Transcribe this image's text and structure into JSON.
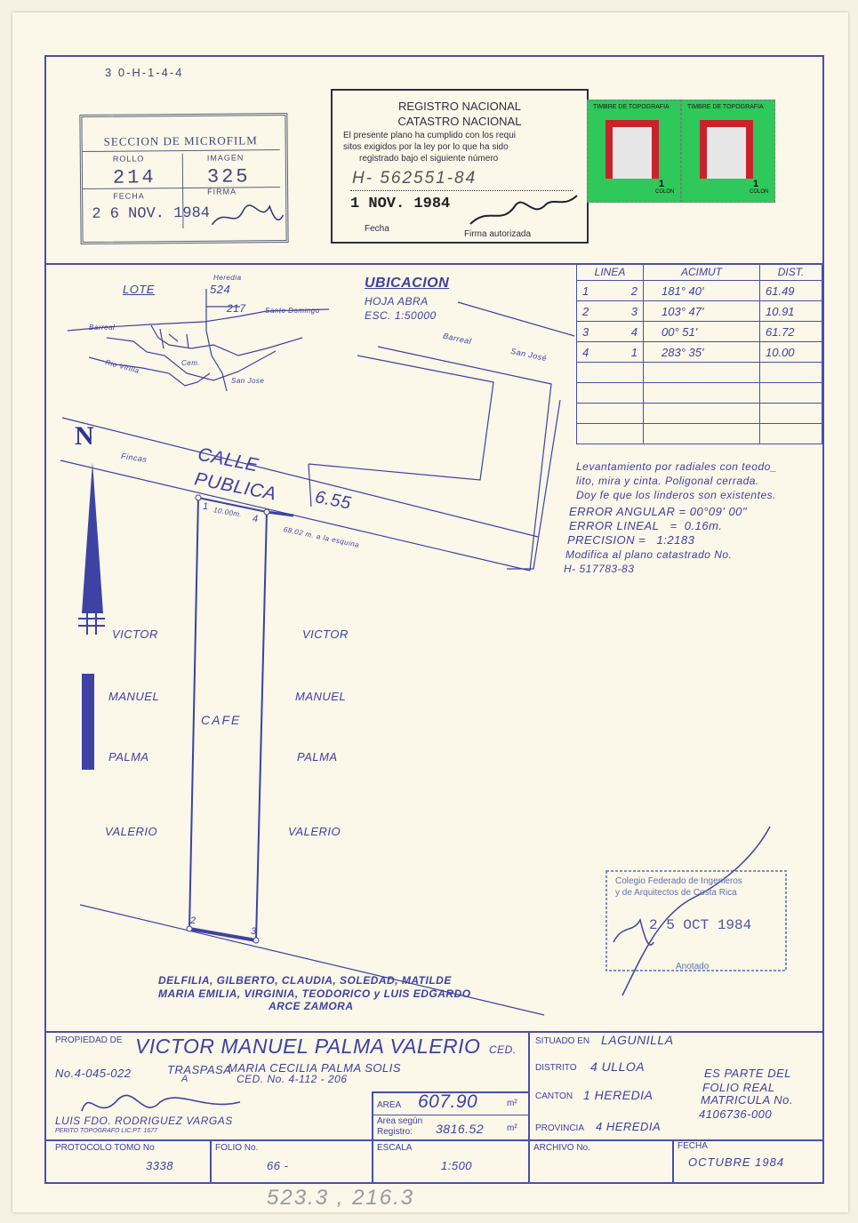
{
  "header_code": "3 0-H-1-4-4",
  "microfilm": {
    "title": "SECCION DE MICROFILM",
    "rollo_label": "ROLLO",
    "rollo": "214",
    "imagen_label": "IMAGEN",
    "imagen": "325",
    "fecha_label": "FECHA",
    "firma_label": "FIRMA",
    "fecha": "2 6 NOV. 1984"
  },
  "registro": {
    "line1": "REGISTRO NACIONAL",
    "line2": "CATASTRO NACIONAL",
    "text1": "El presente plano ha cumplido con los requi",
    "text2": "sitos exigidos por la ley por lo que ha sido",
    "text3": "registrado bajo el siguiente número",
    "number": "H- 562551-84",
    "date": "1 NOV. 1984",
    "fecha_label": "Fecha",
    "firma_label": "Firma autorizada"
  },
  "timbre": {
    "title": "TIMBRE DE TOPOGRAFIA",
    "value": "1",
    "unit": "COLON"
  },
  "ubicacion": {
    "title": "UBICACION",
    "hoja": "HOJA ABRA",
    "esc": "ESC. 1:50000",
    "lote_label": "LOTE",
    "heredia_label": "Heredia",
    "lote_num": "524",
    "lote_sub": "217",
    "santo_domingo": "Santo Domingo",
    "barreal": "Barreal",
    "rio": "Rio Virilla",
    "cem": "Cem.",
    "san_jose": "San Jose"
  },
  "map_labels": {
    "barreal": "Barreal",
    "san_jose": "San José",
    "fincas": "Fincas"
  },
  "table": {
    "headers": [
      "LINEA",
      "ACIMUT",
      "DIST."
    ],
    "rows": [
      {
        "a": "1",
        "b": "2",
        "acimut": "181° 40'",
        "dist": "61.49"
      },
      {
        "a": "2",
        "b": "3",
        "acimut": "103° 47'",
        "dist": "10.91"
      },
      {
        "a": "3",
        "b": "4",
        "acimut": "00° 51'",
        "dist": "61.72"
      },
      {
        "a": "4",
        "b": "1",
        "acimut": "283° 35'",
        "dist": "10.00"
      }
    ]
  },
  "notes": [
    "Levantamiento por radiales con teodo_",
    "lito, mira y cinta. Poligonal cerrada.",
    "Doy fe que los linderos son existentes.",
    "ERROR ANGULAR = 00°09' 00\"",
    "ERROR LINEAL   =  0.16m.",
    "PRECISION =   1:2183",
    "Modifica al plano catastrado No.",
    "H- 517783-83"
  ],
  "plan": {
    "north": "N",
    "calle1": "CALLE",
    "calle2": "PUBLICA",
    "width": "6.55",
    "front": "10.00m.",
    "esquina": "68.02 m. a la esquina",
    "cafe": "CAFE",
    "p1": "1",
    "p2": "2",
    "p3": "3",
    "p4": "4",
    "left_owner": [
      "VICTOR",
      "MANUEL",
      "PALMA",
      "VALERIO"
    ],
    "right_owner": [
      "VICTOR",
      "MANUEL",
      "PALMA",
      "VALERIO"
    ],
    "bottom1": "DELFILIA, GILBERTO, CLAUDIA, SOLEDAD, MATILDE",
    "bottom2": "MARIA EMILIA, VIRGINIA, TEODORICO y LUIS EDGARDO",
    "bottom3": "ARCE ZAMORA"
  },
  "colegio": {
    "line1": "Colegio Federado de Ingenieros",
    "line2": "y de Arquitectos de Costa Rica",
    "date": "2 5 OCT 1984",
    "anotado": "Anotado"
  },
  "footer": {
    "propiedad_label": "PROPIEDAD DE",
    "owner": "VICTOR MANUEL PALMA VALERIO",
    "ced_label": "CED.",
    "ced": "No.4-045-022",
    "traspasa": "TRASPASA",
    "a_label": "A",
    "new_owner": "MARIA CECILIA PALMA SOLIS",
    "new_ced": "CED. No. 4-112 - 206",
    "surveyor": "LUIS FDO. RODRIGUEZ VARGAS",
    "surveyor_title": "PERITO TOPOGRAFO  LIC.PT. 1677",
    "area_label": "AREA",
    "area": "607.90",
    "m2": "m²",
    "area_segun": "Area según",
    "registro_label": "Registro:",
    "area_registro": "3816.52",
    "situado_label": "SITUADO EN",
    "situado": "LAGUNILLA",
    "distrito_label": "DISTRITO",
    "distrito": "4 ULLOA",
    "canton_label": "CANTON",
    "canton": "1 HEREDIA",
    "provincia_label": "PROVINCIA",
    "provincia": "4 HEREDIA",
    "folio_real1": "ES PARTE DEL",
    "folio_real2": "FOLIO REAL",
    "folio_real3": "MATRICULA No.",
    "matricula": "4106736-000",
    "protocolo_label": "PROTOCOLO TOMO No",
    "protocolo": "3338",
    "folio_label": "FOLIO No.",
    "folio": "66 -",
    "escala_label": "ESCALA",
    "escala": "1:500",
    "archivo_label": "ARCHIVO No.",
    "fecha_label": "FECHA",
    "fecha": "OCTUBRE 1984",
    "bottom_note": "523.3 , 216.3"
  }
}
